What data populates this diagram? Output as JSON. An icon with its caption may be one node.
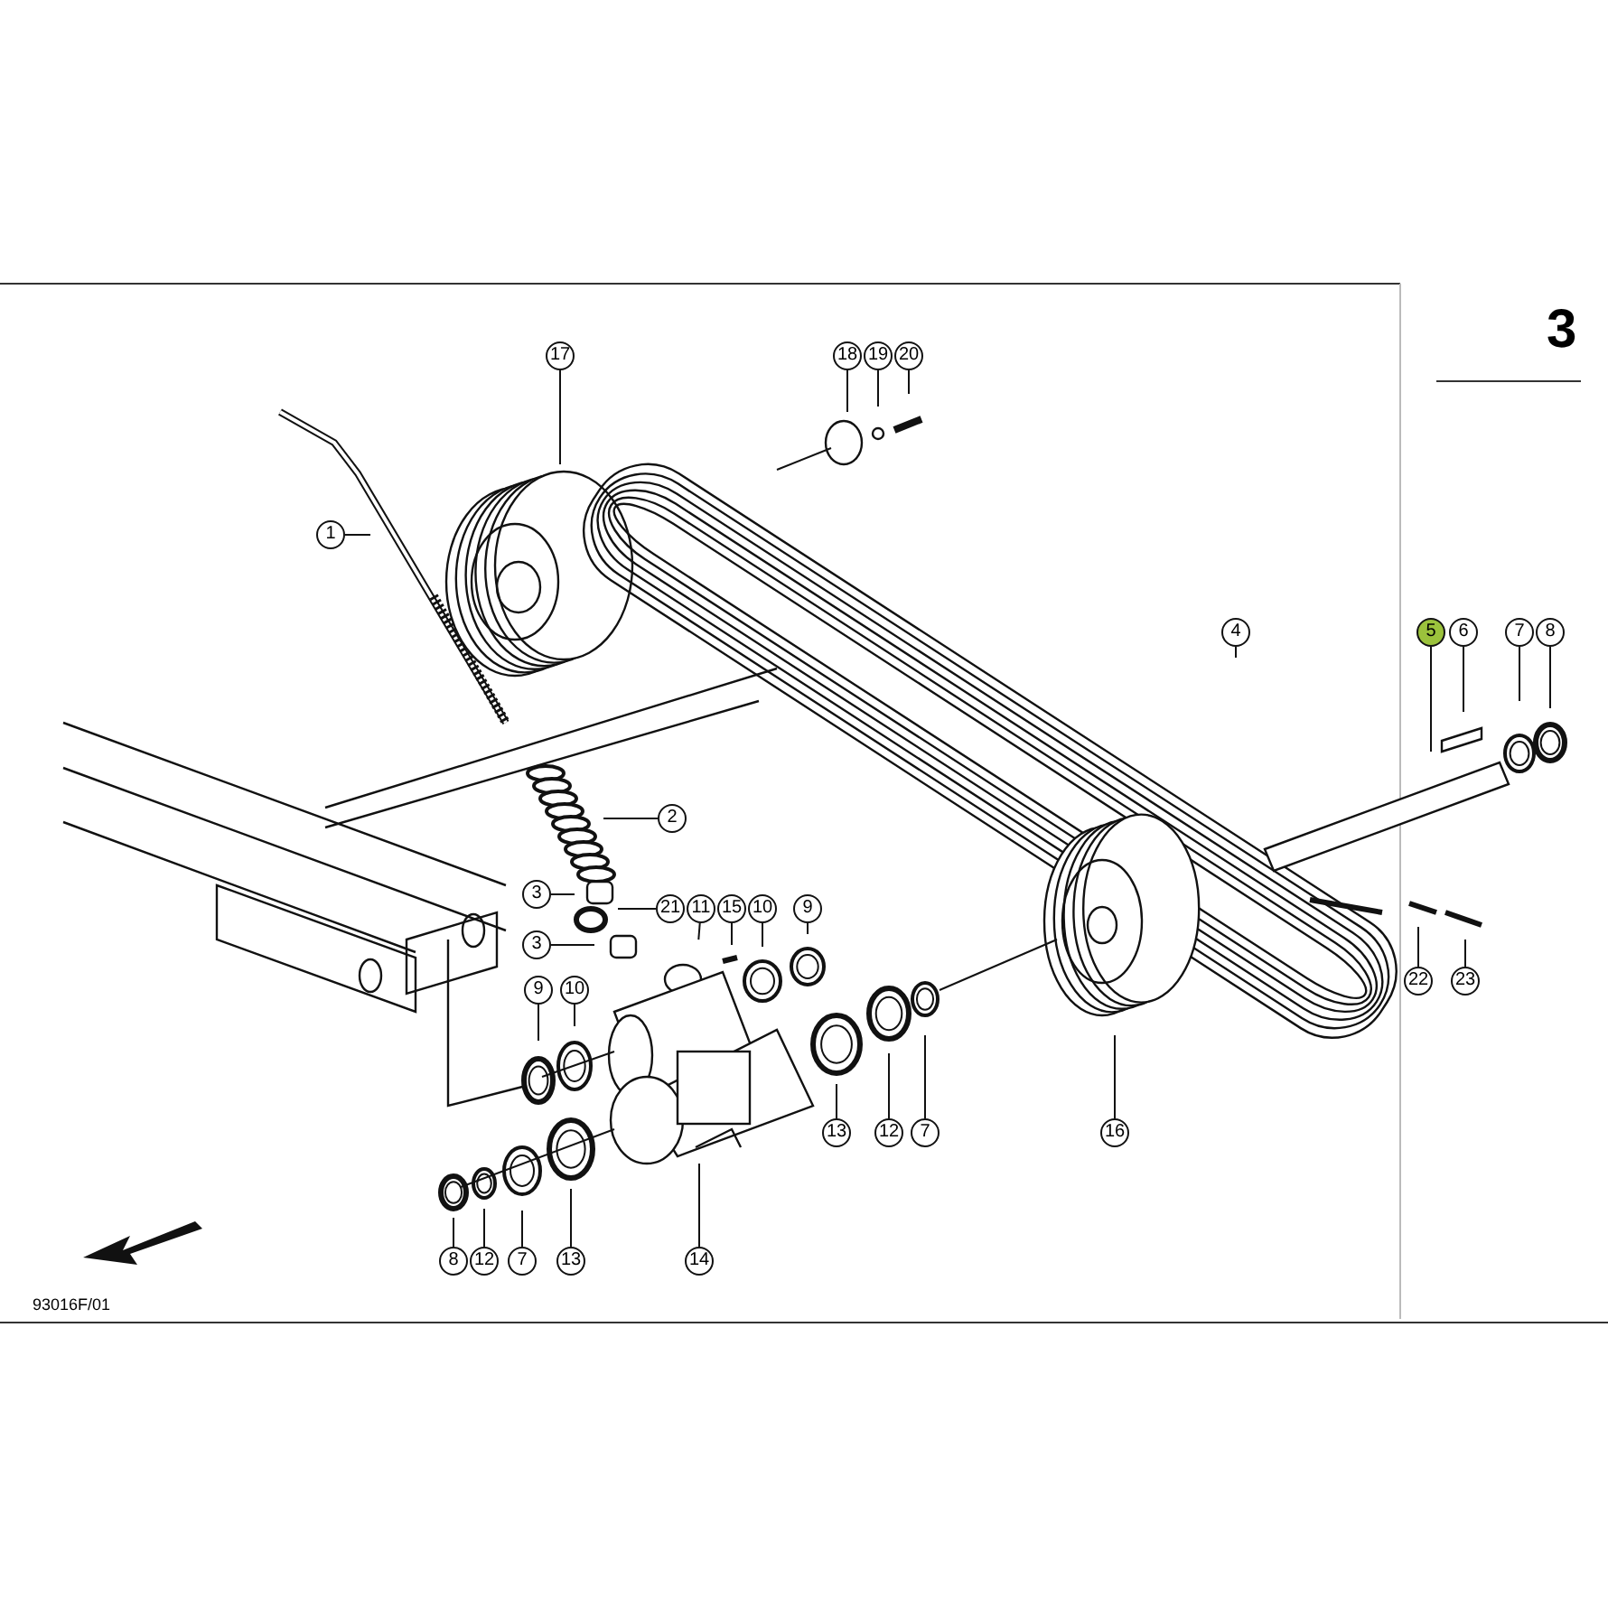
{
  "diagram": {
    "nodes": [
      {
        "text": [
          "17"
        ]
      },
      {
        "text": [
          "18"
        ]
      },
      {
        "text": [
          "19"
        ]
      },
      {
        "text": [
          "20"
        ]
      },
      {
        "text": [
          "1"
        ]
      },
      {
        "text": [
          "4"
        ]
      },
      {
        "text": [
          "5"
        ]
      },
      {
        "text": [
          "6"
        ]
      },
      {
        "text": [
          "7"
        ]
      },
      {
        "text": [
          "8"
        ]
      },
      {
        "text": [
          "2"
        ]
      },
      {
        "text": [
          "3"
        ]
      },
      {
        "text": [
          "21"
        ]
      },
      {
        "text": [
          "3"
        ]
      },
      {
        "text": [
          "11"
        ]
      },
      {
        "text": [
          "15"
        ]
      },
      {
        "text": [
          "10"
        ]
      },
      {
        "text": [
          "9"
        ]
      },
      {
        "text": [
          "9"
        ]
      },
      {
        "text": [
          "10"
        ]
      },
      {
        "text": [
          "13"
        ]
      },
      {
        "text": [
          "12"
        ]
      },
      {
        "text": [
          "7"
        ]
      },
      {
        "text": [
          "16"
        ]
      },
      {
        "text": [
          "22"
        ]
      },
      {
        "text": [
          "23"
        ]
      },
      {
        "text": [
          "8"
        ]
      },
      {
        "text": [
          "12"
        ]
      },
      {
        "text": [
          "7"
        ]
      },
      {
        "text": [
          "13"
        ]
      },
      {
        "text": [
          "14"
        ]
      }
    ],
    "edges": [
      {
        "from": 0,
        "to": null,
        "arrow": "none"
      },
      {
        "from": 1,
        "to": null,
        "arrow": "none"
      },
      {
        "from": 2,
        "to": null,
        "arrow": "none"
      },
      {
        "from": 3,
        "to": null,
        "arrow": "none"
      },
      {
        "from": 4,
        "to": null,
        "arrow": "none"
      },
      {
        "from": 5,
        "to": null,
        "arrow": "none"
      },
      {
        "from": 6,
        "to": null,
        "arrow": "none"
      },
      {
        "from": 7,
        "to": null,
        "arrow": "none"
      },
      {
        "from": 8,
        "to": null,
        "arrow": "none"
      },
      {
        "from": 9,
        "to": null,
        "arrow": "none"
      },
      {
        "from": 10,
        "to": null,
        "arrow": "none"
      },
      {
        "from": 11,
        "to": null,
        "arrow": "none"
      },
      {
        "from": 12,
        "to": null,
        "arrow": "none"
      },
      {
        "from": 13,
        "to": null,
        "arrow": "none"
      },
      {
        "from": 14,
        "to": null,
        "arrow": "none"
      },
      {
        "from": 15,
        "to": null,
        "arrow": "none"
      },
      {
        "from": 16,
        "to": null,
        "arrow": "none"
      },
      {
        "from": 17,
        "to": null,
        "arrow": "none"
      },
      {
        "from": 18,
        "to": null,
        "arrow": "none"
      },
      {
        "from": 19,
        "to": null,
        "arrow": "none"
      },
      {
        "from": 20,
        "to": null,
        "arrow": "none"
      },
      {
        "from": 21,
        "to": null,
        "arrow": "none"
      },
      {
        "from": 22,
        "to": null,
        "arrow": "none"
      },
      {
        "from": 23,
        "to": null,
        "arrow": "none"
      },
      {
        "from": 24,
        "to": null,
        "arrow": "none"
      },
      {
        "from": 25,
        "to": null,
        "arrow": "none"
      },
      {
        "from": 26,
        "to": null,
        "arrow": "none"
      },
      {
        "from": 27,
        "to": null,
        "arrow": "none"
      },
      {
        "from": 28,
        "to": null,
        "arrow": "none"
      },
      {
        "from": 29,
        "to": null,
        "arrow": "none"
      },
      {
        "from": 30,
        "to": null,
        "arrow": "none"
      }
    ],
    "labels": [
      "3",
      "93016F/01"
    ]
  }
}
